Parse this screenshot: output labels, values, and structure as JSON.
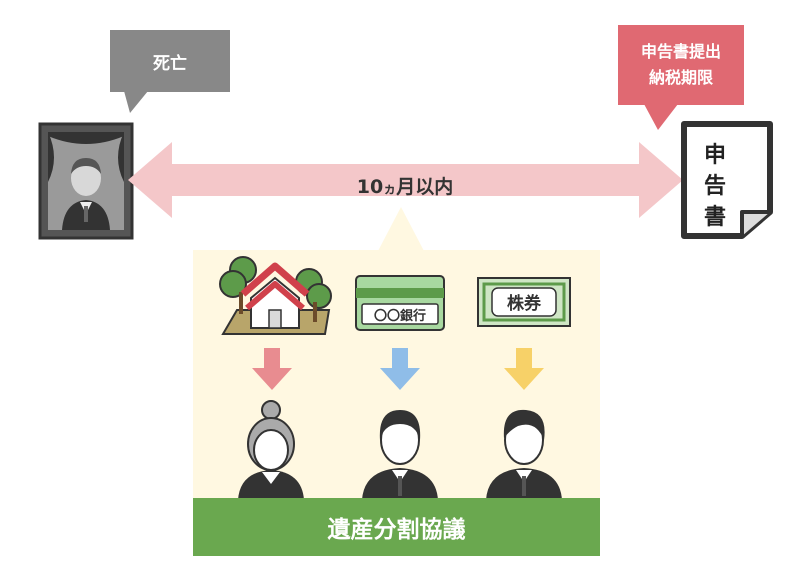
{
  "labels": {
    "death": "死亡",
    "filing_line1": "申告書提出",
    "filing_line2": "納税期限",
    "period_num": "10",
    "period_ka": "ヵ",
    "period_rest": "月以内",
    "document_chars": [
      "申",
      "告",
      "書"
    ],
    "bank_name": "〇〇銀行",
    "stock_name": "株券",
    "agreement": "遺産分割協議"
  },
  "colors": {
    "death_bubble": "#888888",
    "filing_bubble": "#e06972",
    "timeline_arrow": "#f4c7c9",
    "panel_bg": "#fff8e1",
    "agreement_bar": "#6aa84f",
    "arrow_red": "#e88c90",
    "arrow_blue": "#8fbde8",
    "arrow_yellow": "#f7d168"
  },
  "icons": {
    "deceased": "framed-portrait-icon",
    "document": "tax-return-document-icon",
    "house": "house-with-trees-icon",
    "bank": "bankbook-icon",
    "stock": "stock-certificate-icon",
    "heir1": "grandmother-icon",
    "heir2": "middle-aged-man-icon",
    "heir3": "young-man-icon"
  }
}
